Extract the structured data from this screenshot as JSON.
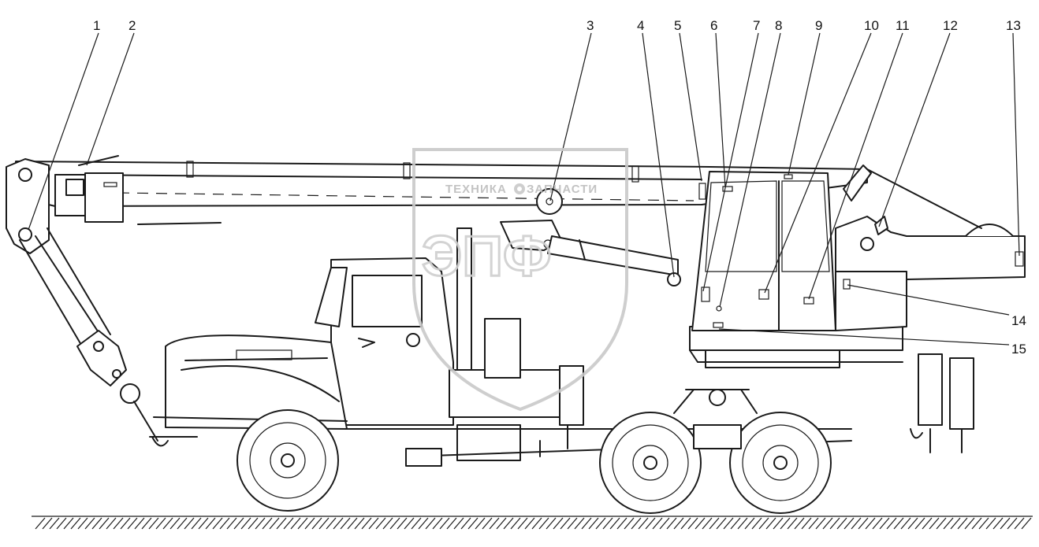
{
  "figure": {
    "callouts": [
      "1",
      "2",
      "3",
      "4",
      "5",
      "6",
      "7",
      "8",
      "9",
      "10",
      "11",
      "12",
      "13",
      "14",
      "15"
    ]
  },
  "watermark": {
    "line1_left": "ТЕХНИКА",
    "line1_right": "ЗАПЧАСТИ",
    "logo": "ЭПФ"
  }
}
